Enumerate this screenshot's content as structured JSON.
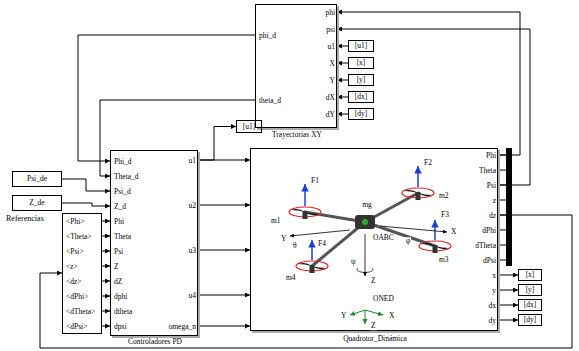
{
  "diagram": {
    "nodes": [
      {
        "text": [
          "Psi_de"
        ]
      },
      {
        "text": [
          "Z_de"
        ]
      },
      {
        "text": [
          "<Phi>",
          "<Theta>",
          "<Psi>",
          "<z>",
          "<dz>",
          "<dPhi>",
          "<dTheta>",
          "<dPsi>"
        ]
      },
      {
        "text": [
          "Controladores PD",
          "Phi_d",
          "Theta_d",
          "Psi_d",
          "Z_d",
          "Phi",
          "Theta",
          "Psi",
          "Z",
          "dZ",
          "dphi",
          "dtheta",
          "dpsi",
          "u1",
          "u2",
          "u3",
          "u4",
          "omega_n"
        ]
      },
      {
        "text": [
          "Trayectorias XY",
          "phi_d",
          "theta_d",
          "phi",
          "psi",
          "u1",
          "X",
          "Y",
          "dX",
          "dY"
        ]
      },
      {
        "text": [
          "Quadrotor_Dinámica",
          "Phi",
          "Theta",
          "Psi",
          "z",
          "dz",
          "dPhi",
          "dTheta",
          "dPsi",
          "x",
          "y",
          "dx",
          "dy"
        ]
      },
      {
        "text": [
          "[u1]"
        ]
      },
      {
        "text": [
          "[x]"
        ]
      },
      {
        "text": [
          "[y]"
        ]
      },
      {
        "text": [
          "[dx]"
        ]
      },
      {
        "text": [
          "[dy]"
        ]
      },
      {
        "text": [
          "[u1]"
        ]
      },
      {
        "text": [
          "[x]"
        ]
      },
      {
        "text": [
          "[y]"
        ]
      },
      {
        "text": [
          "[dx]"
        ]
      },
      {
        "text": [
          "[dy]"
        ]
      }
    ],
    "edges": [
      {
        "from": 0,
        "to": 3,
        "arrow": "to"
      },
      {
        "from": 1,
        "to": 3,
        "arrow": "to"
      },
      {
        "from": 2,
        "to": 3,
        "arrow": "to"
      },
      {
        "from": 2,
        "to": 3,
        "arrow": "to"
      },
      {
        "from": 2,
        "to": 3,
        "arrow": "to"
      },
      {
        "from": 2,
        "to": 3,
        "arrow": "to"
      },
      {
        "from": 2,
        "to": 3,
        "arrow": "to"
      },
      {
        "from": 2,
        "to": 3,
        "arrow": "to"
      },
      {
        "from": 2,
        "to": 3,
        "arrow": "to"
      },
      {
        "from": 2,
        "to": 3,
        "arrow": "to"
      },
      {
        "from": 4,
        "to": 3,
        "arrow": "to"
      },
      {
        "from": 4,
        "to": 3,
        "arrow": "to"
      },
      {
        "from": 3,
        "to": 5,
        "arrow": "to"
      },
      {
        "from": 3,
        "to": 5,
        "arrow": "to"
      },
      {
        "from": 3,
        "to": 5,
        "arrow": "to"
      },
      {
        "from": 3,
        "to": 5,
        "arrow": "to"
      },
      {
        "from": 3,
        "to": 5,
        "arrow": "to"
      },
      {
        "from": 3,
        "to": 6,
        "arrow": "to"
      },
      {
        "from": 5,
        "to": 4,
        "arrow": "to"
      },
      {
        "from": 5,
        "to": 4,
        "arrow": "to"
      },
      {
        "from": 5,
        "to": 2,
        "arrow": "to"
      },
      {
        "from": 5,
        "to": 7,
        "arrow": "to"
      },
      {
        "from": 5,
        "to": 8,
        "arrow": "to"
      },
      {
        "from": 5,
        "to": 9,
        "arrow": "to"
      },
      {
        "from": 5,
        "to": 10,
        "arrow": "to"
      },
      {
        "from": 11,
        "to": 4,
        "arrow": "to"
      },
      {
        "from": 12,
        "to": 4,
        "arrow": "to"
      },
      {
        "from": 13,
        "to": 4,
        "arrow": "to"
      },
      {
        "from": 14,
        "to": 4,
        "arrow": "to"
      },
      {
        "from": 15,
        "to": 4,
        "arrow": "to"
      }
    ],
    "labels": [
      "Referencias",
      "F1",
      "F2",
      "F3",
      "F4",
      "m1",
      "m2",
      "m3",
      "m4",
      "mg",
      "OABC",
      "θ",
      "ψ",
      "φ",
      "X",
      "Y",
      "Z",
      "ONED",
      "Y",
      "X",
      "Z"
    ]
  }
}
